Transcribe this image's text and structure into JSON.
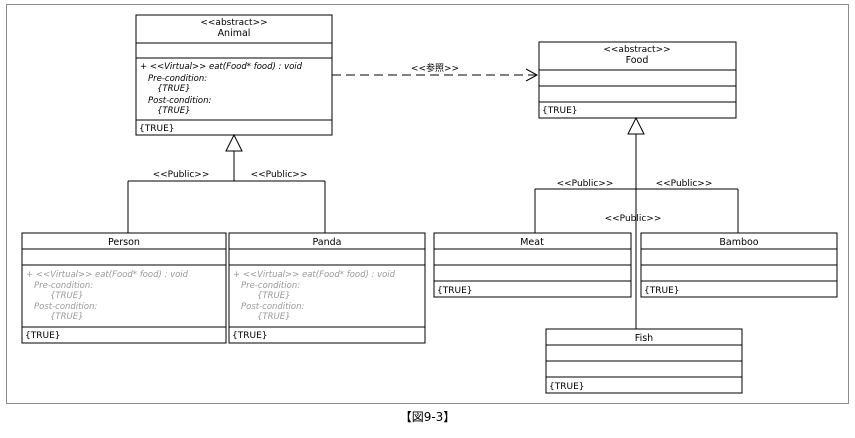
{
  "classes": {
    "animal": {
      "stereotype": "<<abstract>>",
      "name": "Animal",
      "op_sig": "+ <<Virtual>> eat(Food* food) : void",
      "pre_label": "Pre-condition:",
      "pre_value": "{TRUE}",
      "post_label": "Post-condition:",
      "post_value": "{TRUE}",
      "invariant": "{TRUE}"
    },
    "food": {
      "stereotype": "<<abstract>>",
      "name": "Food",
      "invariant": "{TRUE}"
    },
    "person": {
      "name": "Person",
      "op_sig": "+ <<Virtual>> eat(Food* food) : void",
      "pre_label": "Pre-condition:",
      "pre_value": "{TRUE}",
      "post_label": "Post-condition:",
      "post_value": "{TRUE}",
      "invariant": "{TRUE}"
    },
    "panda": {
      "name": "Panda",
      "op_sig": "+ <<Virtual>> eat(Food* food) : void",
      "pre_label": "Pre-condition:",
      "pre_value": "{TRUE}",
      "post_label": "Post-condition:",
      "post_value": "{TRUE}",
      "invariant": "{TRUE}"
    },
    "meat": {
      "name": "Meat",
      "invariant": "{TRUE}"
    },
    "bamboo": {
      "name": "Bamboo",
      "invariant": "{TRUE}"
    },
    "fish": {
      "name": "Fish",
      "invariant": "{TRUE}"
    }
  },
  "connectors": {
    "reference_label": "<<参照>>",
    "person_generalization": "<<Public>>",
    "panda_generalization": "<<Public>>",
    "meat_generalization": "<<Public>>",
    "bamboo_generalization": "<<Public>>",
    "fish_generalization": "<<Public>>"
  },
  "caption": "【図9-3】"
}
